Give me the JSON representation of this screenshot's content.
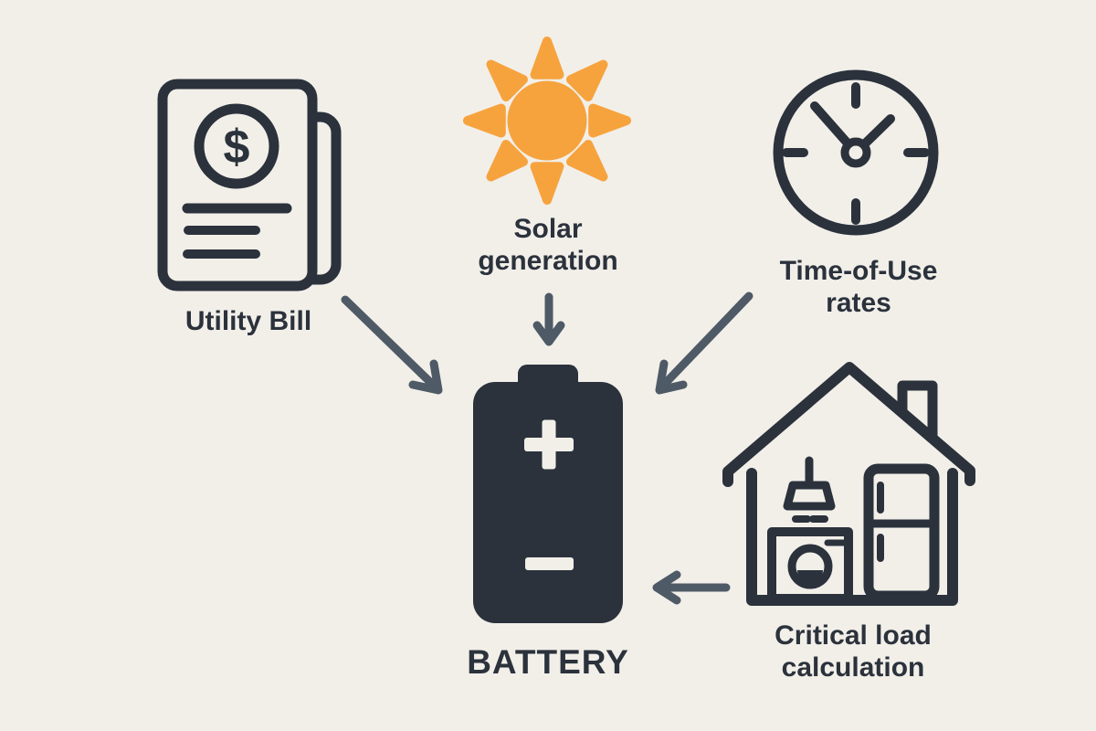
{
  "colors": {
    "background": "#F2EFE9",
    "ink": "#2B323C",
    "arrow": "#4E5A66",
    "sun": "#F6A33E"
  },
  "nodes": [
    {
      "id": "utility-bill",
      "label": "Utility Bill",
      "icon": "invoice-document-icon"
    },
    {
      "id": "solar-generation",
      "label": "Solar generation",
      "icon": "sun-icon"
    },
    {
      "id": "time-of-use",
      "label": "Time-of-Use rates",
      "icon": "clock-icon"
    },
    {
      "id": "battery",
      "label": "BATTERY",
      "icon": "battery-icon"
    },
    {
      "id": "critical-load",
      "label": "Critical load calculation",
      "icon": "house-appliances-icon"
    }
  ],
  "glyphs": {
    "dollar_sign": "$"
  },
  "arrows": [
    {
      "from": "utility-bill",
      "to": "battery",
      "direction": "down-right"
    },
    {
      "from": "solar-generation",
      "to": "battery",
      "direction": "down"
    },
    {
      "from": "time-of-use",
      "to": "battery",
      "direction": "down-left"
    },
    {
      "from": "critical-load",
      "to": "battery",
      "direction": "left"
    }
  ]
}
